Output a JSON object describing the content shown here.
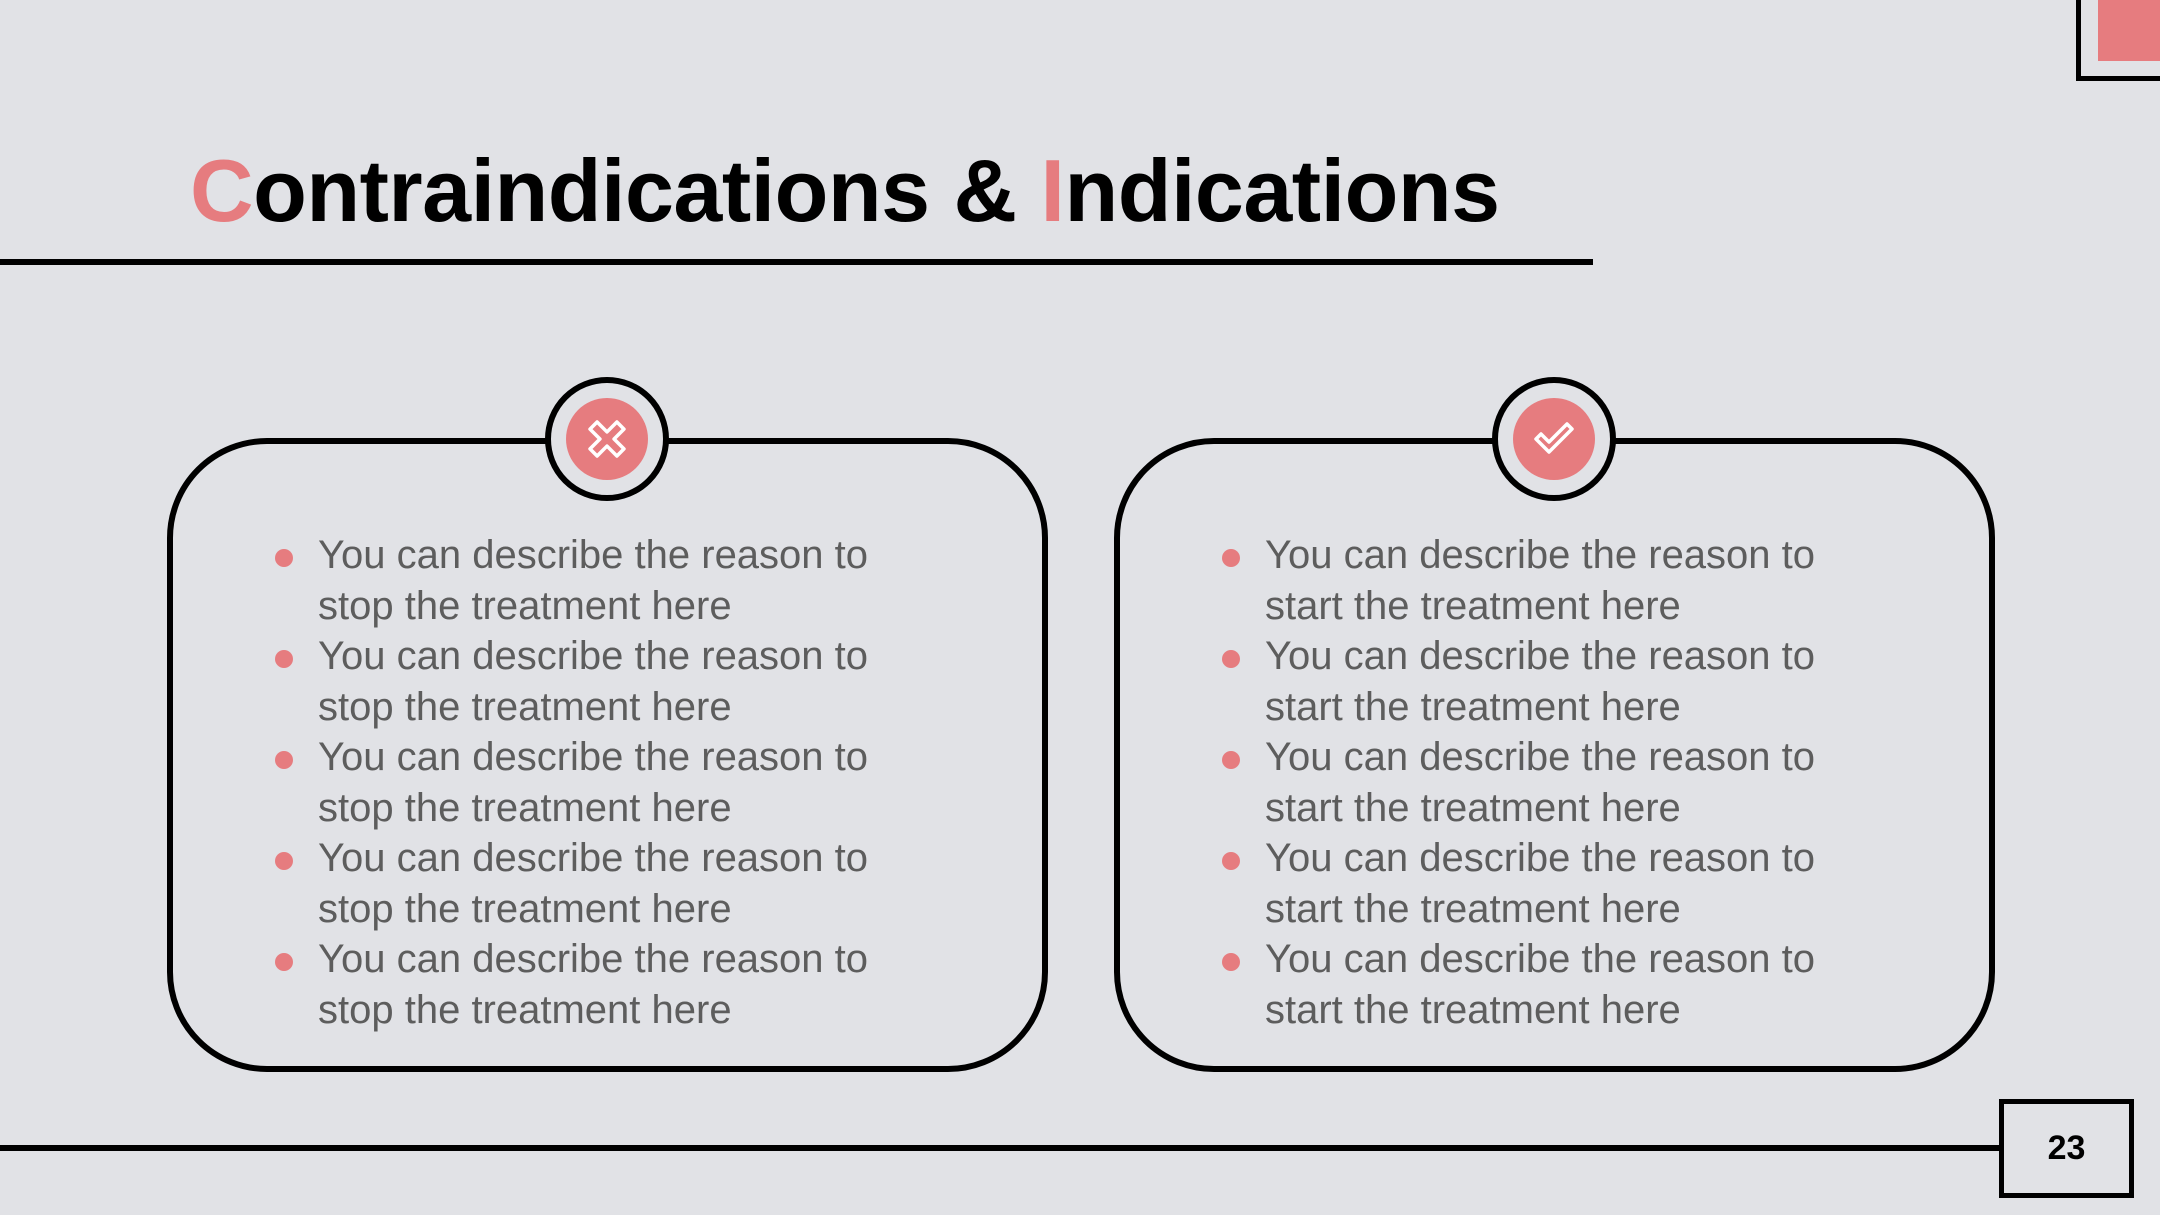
{
  "slide": {
    "title_parts": [
      {
        "text": "C",
        "accent": true
      },
      {
        "text": "ontraindications & ",
        "accent": false
      },
      {
        "text": "I",
        "accent": true
      },
      {
        "text": "ndications",
        "accent": false
      }
    ],
    "page_number": "23"
  },
  "contraindications": {
    "icon": "x-cross-icon",
    "items": [
      "You can describe the reason to stop the treatment here",
      "You can describe the reason to stop the treatment here",
      "You can describe the reason to stop the treatment here",
      "You can describe the reason to stop the treatment here",
      "You can describe the reason to stop the treatment here"
    ]
  },
  "indications": {
    "icon": "checkmark-icon",
    "items": [
      "You can describe the reason to start the treatment here",
      "You can describe the reason to start the treatment here",
      "You can describe the reason to start the treatment here",
      "You can describe the reason to start the treatment here",
      "You can describe the reason to start the treatment here"
    ]
  },
  "colors": {
    "accent": "#e67c7f",
    "background": "#e1e2e6",
    "text": "#5d5d5d",
    "outline": "#000000"
  }
}
